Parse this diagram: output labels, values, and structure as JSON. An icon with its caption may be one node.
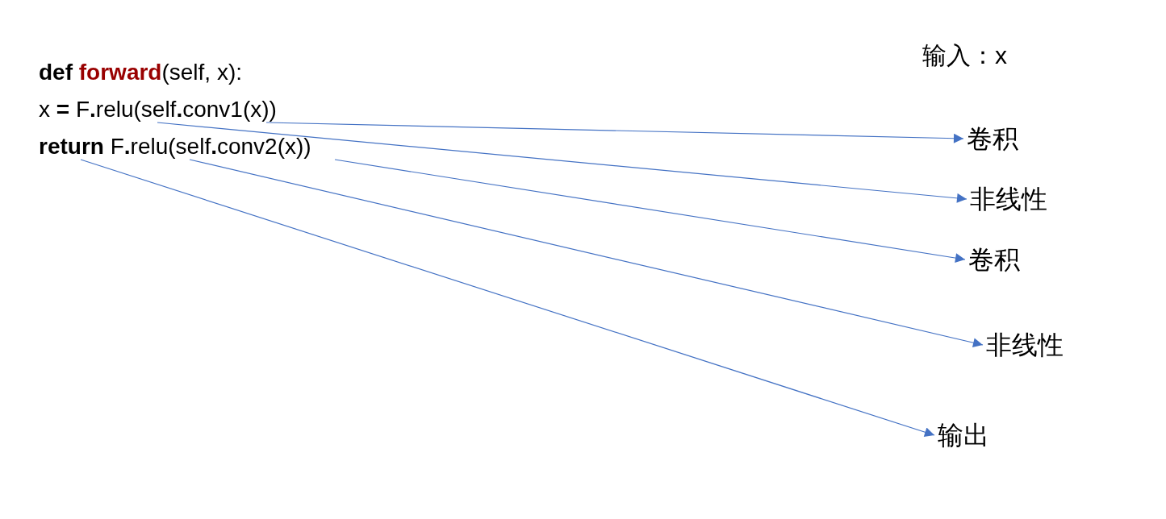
{
  "diagram": {
    "nodes": [
      {
        "text": [
          "**def** **forward**(self, x):"
        ]
      },
      {
        "text": [
          "x **=** F**.**relu(self**.**conv1(x))"
        ]
      },
      {
        "text": [
          "**return** F**.**relu(self**.**conv2(x))"
        ]
      },
      {
        "text": [
          "卷积"
        ]
      },
      {
        "text": [
          "非线性"
        ]
      },
      {
        "text": [
          "卷积"
        ]
      },
      {
        "text": [
          "非线性"
        ]
      },
      {
        "text": [
          "输出"
        ]
      }
    ],
    "edges": [
      {
        "from": 1,
        "to": 3,
        "arrow": "to"
      },
      {
        "from": 1,
        "to": 4,
        "arrow": "to"
      },
      {
        "from": 2,
        "to": 5,
        "arrow": "to"
      },
      {
        "from": 2,
        "to": 6,
        "arrow": "to"
      },
      {
        "from": 2,
        "to": 7,
        "arrow": "to"
      }
    ],
    "labels": [
      "输入：x"
    ]
  }
}
